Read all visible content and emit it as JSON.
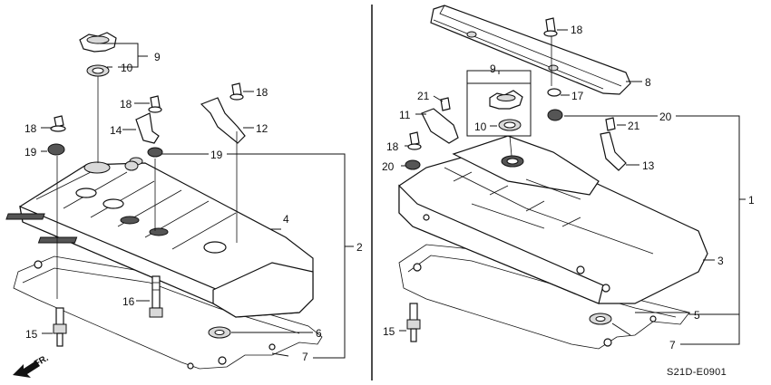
{
  "diagram": {
    "code": "S21D-E0901",
    "direction_label": "FR.",
    "callouts_left": [
      "9",
      "10",
      "18",
      "18",
      "14",
      "12",
      "18",
      "19",
      "19",
      "4",
      "2",
      "16",
      "15",
      "6",
      "7"
    ],
    "callouts_right": [
      "18",
      "8",
      "9",
      "21",
      "17",
      "11",
      "10",
      "20",
      "21",
      "18",
      "20",
      "13",
      "1",
      "3",
      "5",
      "15",
      "7"
    ]
  }
}
